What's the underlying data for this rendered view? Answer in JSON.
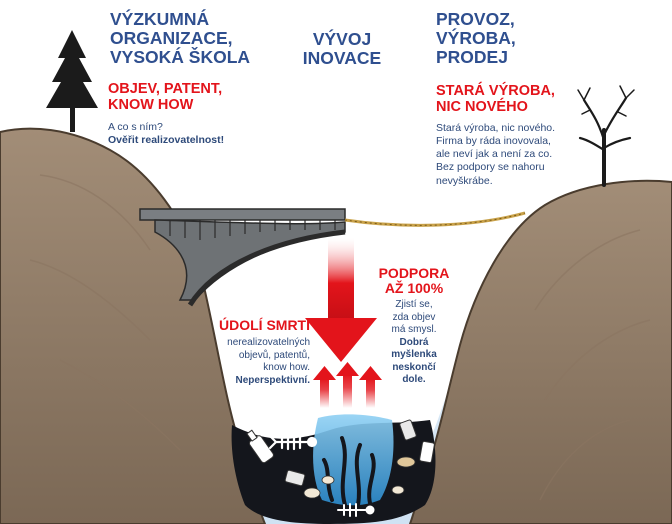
{
  "left_header": {
    "title_lines": [
      "VÝZKUMNÁ",
      "ORGANIZACE,",
      "VYSOKÁ ŠKOLA"
    ],
    "subtitle_lines": [
      "OBJEV, PATENT,",
      "KNOW HOW"
    ],
    "note_line1": "A co s ním?",
    "note_line2": "Ověřit realizovatelnost!"
  },
  "center_header": {
    "title_lines": [
      "VÝVOJ",
      "INOVACE"
    ]
  },
  "right_header": {
    "title_lines": [
      "PROVOZ,",
      "VÝROBA,",
      "PRODEJ"
    ],
    "subtitle_lines": [
      "STARÁ VÝROBA,",
      "NIC NOVÉHO"
    ],
    "note_lines": [
      "Stará výroba, nic nového.",
      "Firma by ráda inovovala,",
      "ale neví jak a není za co.",
      "Bez podpory se nahoru",
      "nevyškrábe."
    ]
  },
  "valley_left": {
    "title": "ÚDOLÍ SMRTI",
    "note_lines": [
      "nerealizovatelných",
      "objevů, patentů,",
      "know how."
    ],
    "emphasis": "Neperspektivní."
  },
  "valley_right": {
    "title_lines": [
      "PODPORA",
      "AŽ 100%"
    ],
    "note_lines": [
      "Zjistí se,",
      "zda objev",
      "má smysl."
    ],
    "emphasis_lines": [
      "Dobrá",
      "myšlenka",
      "neskončí",
      "dole."
    ]
  },
  "colors": {
    "sky": "#d9e9f7",
    "ground": "#9c8772",
    "water": "#59b4e8",
    "red": "#e3141b",
    "blue_text": "#2f4f8f",
    "bridge": "#6e7275",
    "rope": "#c9a24a"
  }
}
